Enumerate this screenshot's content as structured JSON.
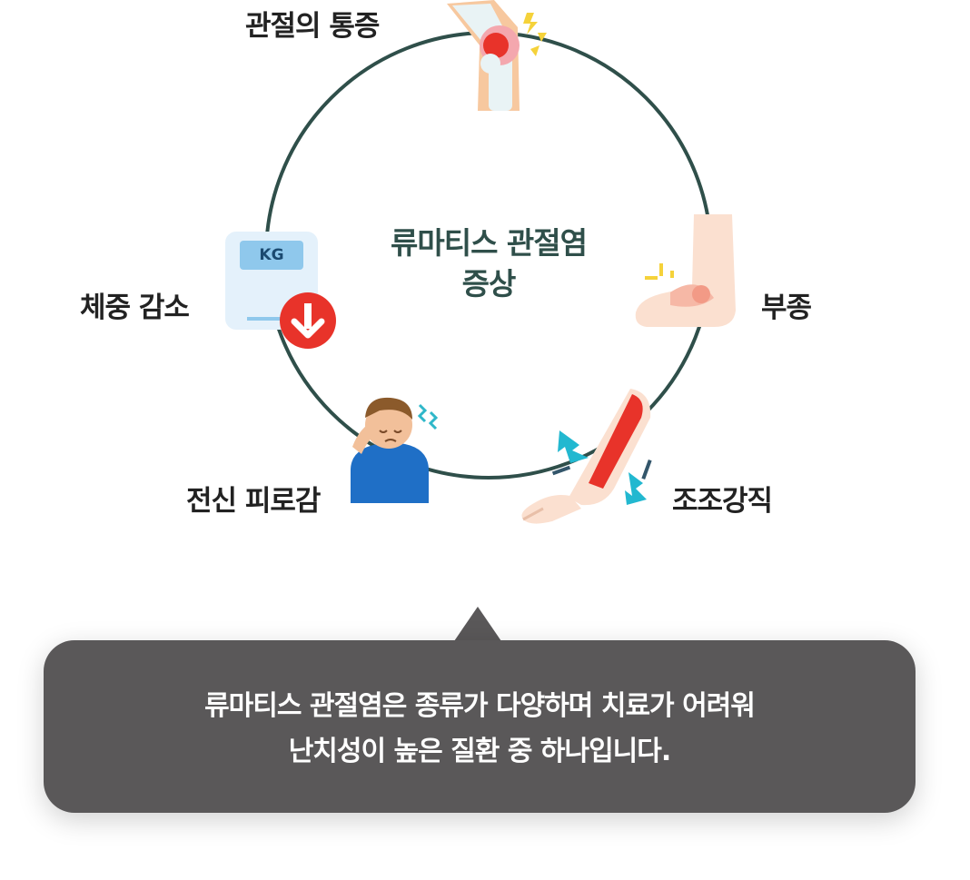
{
  "center": {
    "line1": "류마티스 관절염",
    "line2": "증상"
  },
  "symptoms": {
    "joint_pain": "관절의 통증",
    "swelling": "부종",
    "morning_stiffness": "조조강직",
    "fatigue": "전신 피로감",
    "weight_loss": "체중 감소"
  },
  "scale_badge": "KG",
  "callout": {
    "line1": "류마티스 관절염은 종류가 다양하며 치료가 어려워",
    "line2": "난치성이 높은 질환 중 하나입니다."
  },
  "colors": {
    "ring": "#2f4f4a",
    "bubble": "#5a5859",
    "accent_red": "#e8332a"
  }
}
